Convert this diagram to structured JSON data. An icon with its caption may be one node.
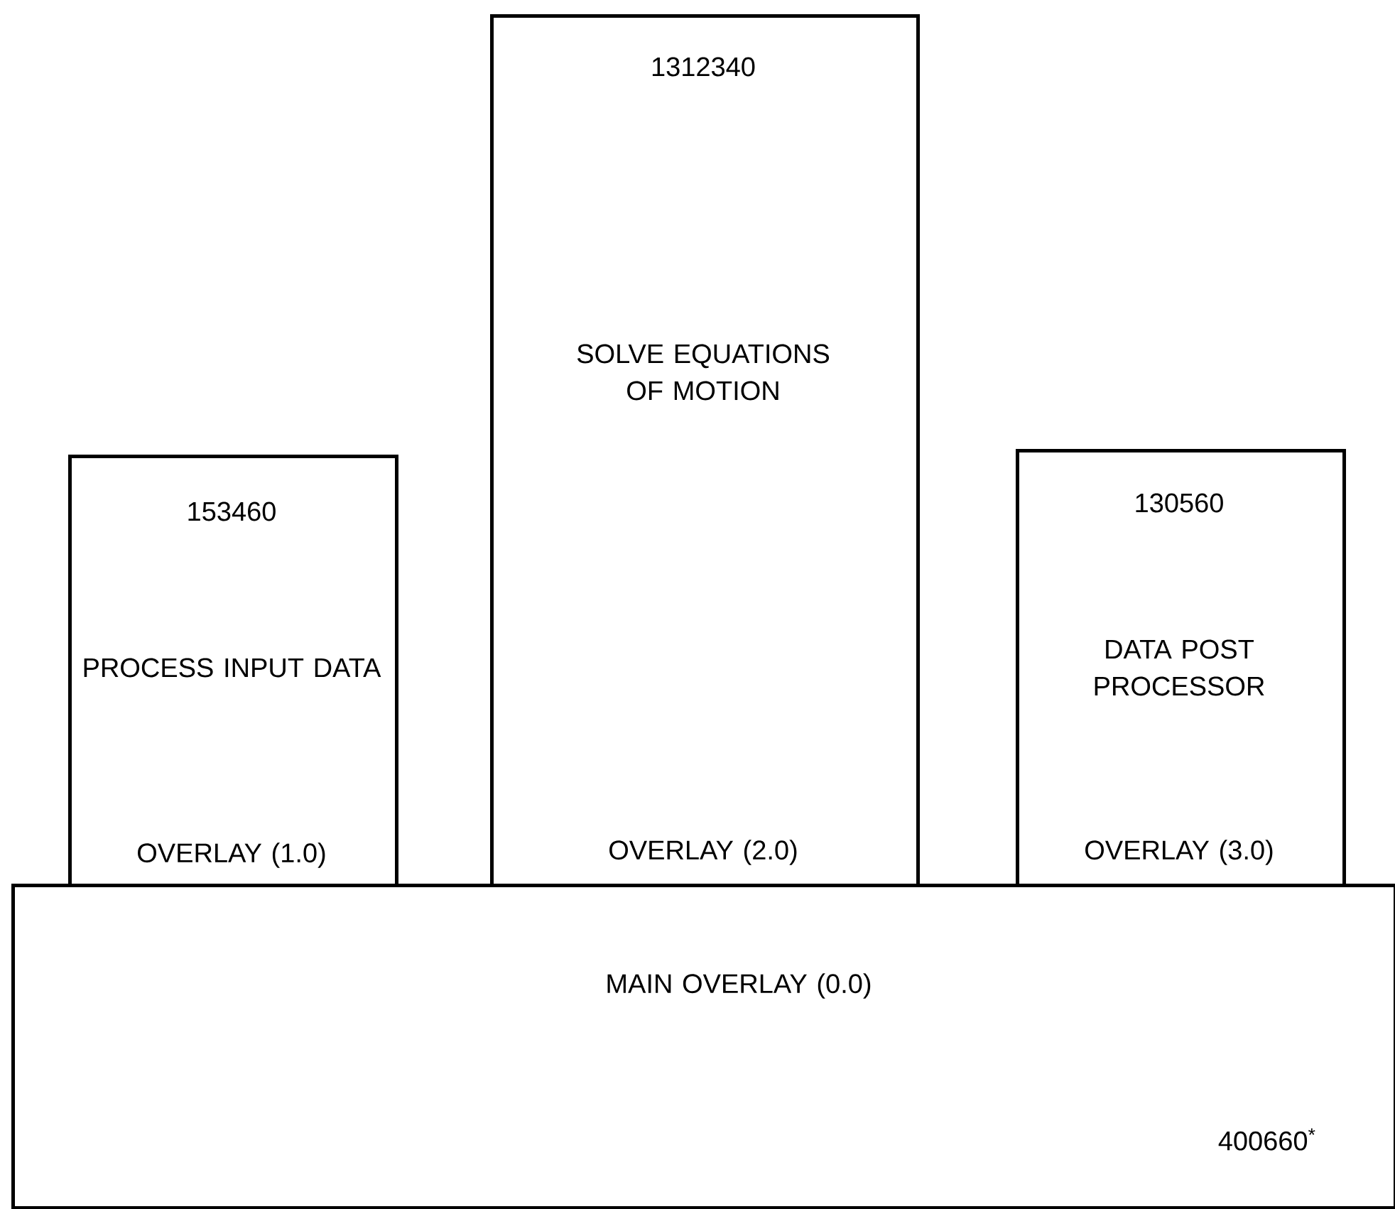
{
  "diagram": {
    "nodes": [
      {
        "text": [
          "MAIN OVERLAY (0.0)",
          "400660$^{*}$"
        ]
      },
      {
        "text": [
          "153460",
          "PROCESS INPUT DATA",
          "OVERLAY (1.0)"
        ]
      },
      {
        "text": [
          "1312340",
          "SOLVE EQUATIONS OF MOTION",
          "OVERLAY (2.0)"
        ]
      },
      {
        "text": [
          "130560",
          "DATA POST PROCESSOR",
          "OVERLAY (3.0)"
        ]
      }
    ]
  }
}
